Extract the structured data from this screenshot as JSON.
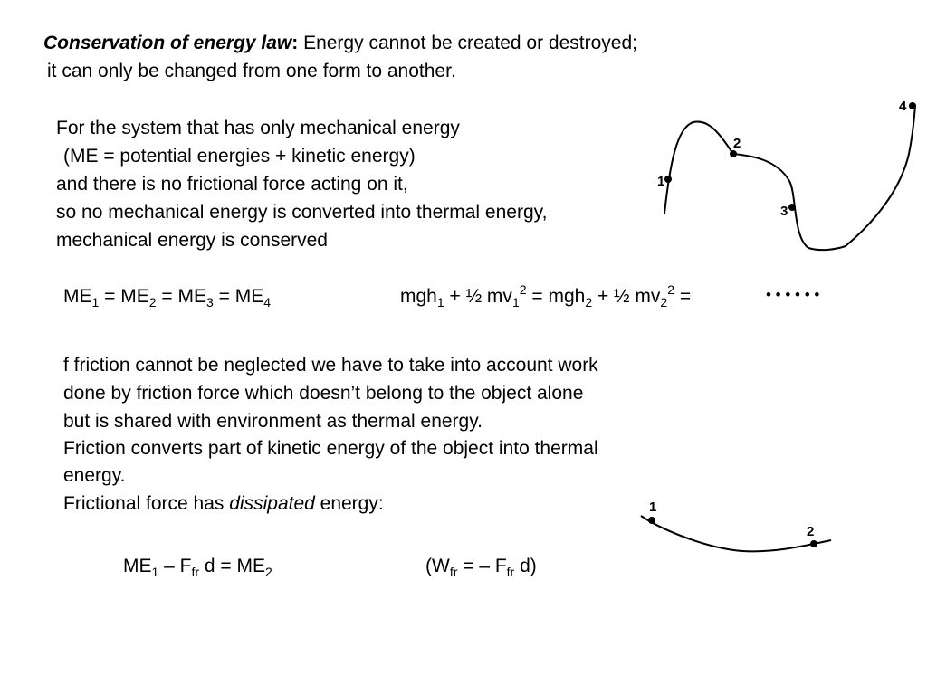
{
  "law": {
    "title": "Conservation of energy law",
    "colon": ":",
    "line1": " Energy cannot be created or destroyed;",
    "line2": "it can only be changed from one form to another."
  },
  "intro": {
    "l1": "For the system that has only mechanical energy",
    "l2": "(ME = potential energies + kinetic energy)",
    "l3": "and there is no frictional force acting on it,",
    "l4": "so no mechanical energy is converted into thermal energy,",
    "l5": "mechanical energy is conserved"
  },
  "eq1": {
    "me": "ME",
    "eq": " = ",
    "s1": "1",
    "s2": "2",
    "s3": "3",
    "s4": "4"
  },
  "eq2": {
    "mgh": "mgh",
    "half_mv": " + ½ mv",
    "eq": " = ",
    "eq_end": " =",
    "s1": "1",
    "s2": "2",
    "sq": "2",
    "dots": "• • • • • •"
  },
  "friction": {
    "l1": "f friction cannot be neglected we have to take into account work",
    "l2": "done by friction force which doesn’t belong to the object alone",
    "l3": "but is shared with environment as thermal energy.",
    "l4": "Friction converts part of kinetic energy of the object into thermal",
    "l5": "energy.",
    "l6_pre": "Frictional force has ",
    "l6_em": "dissipated",
    "l6_post": " energy:"
  },
  "eq3": {
    "me": "ME",
    "s1": "1",
    "s2": "2",
    "minus_f": " – F",
    "fr": "fr",
    "d": " d",
    "eq": " = ",
    "w_open": "(W",
    "w_mid": " = – F",
    "d_close": " d)"
  },
  "diagram1": {
    "labels": [
      "1",
      "2",
      "3",
      "4"
    ]
  },
  "diagram2": {
    "labels": [
      "1",
      "2"
    ]
  }
}
